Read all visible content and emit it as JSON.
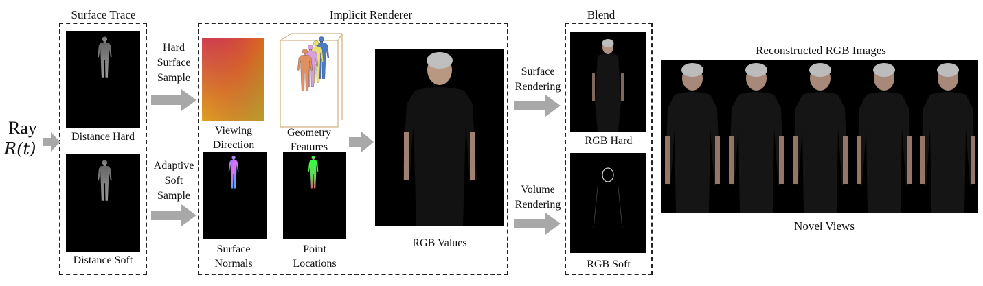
{
  "titles": {
    "surface_trace": "Surface Trace",
    "implicit_renderer": "Implicit Renderer",
    "blend": "Blend",
    "reconstructed": "Reconstructed RGB Images"
  },
  "ray": {
    "word": "Ray",
    "formula": "R(t)"
  },
  "surface_trace": {
    "distance_hard": "Distance Hard",
    "distance_soft": "Distance Soft"
  },
  "samples": {
    "hard": [
      "Hard",
      "Surface",
      "Sample"
    ],
    "soft": [
      "Adaptive",
      "Soft",
      "Sample"
    ]
  },
  "renderer": {
    "viewing_direction": [
      "Viewing",
      "Direction"
    ],
    "geometry_features": [
      "Geometry",
      "Features"
    ],
    "surface_normals": [
      "Surface",
      "Normals"
    ],
    "point_locations": [
      "Point",
      "Locations"
    ],
    "rgb_values": "RGB Values"
  },
  "rendering": {
    "surface": [
      "Surface",
      "Rendering"
    ],
    "volume": [
      "Volume",
      "Rendering"
    ]
  },
  "blend": {
    "rgb_hard": "RGB Hard",
    "rgb_soft": "RGB Soft"
  },
  "novel_views": "Novel Views",
  "colors": {
    "arrow": "#a8a8a8",
    "dash": "#222222",
    "background": "#000000"
  }
}
